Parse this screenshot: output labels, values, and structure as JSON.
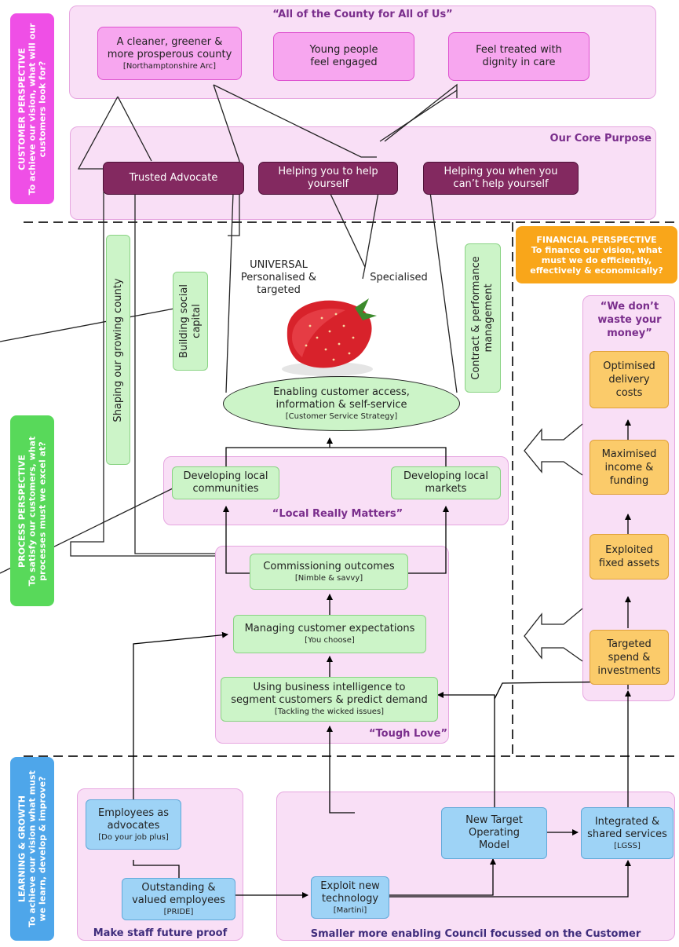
{
  "customer_perspective": {
    "label": "CUSTOMER PERSPECTIVE",
    "sub": "To achieve our vision, what will our customers look for?",
    "color": "#ef4fe6"
  },
  "vision": {
    "title": "“All of the County for All of Us”",
    "goals": [
      {
        "line1": "A cleaner, greener &",
        "line2": "more prosperous county",
        "sub": "[Northamptonshire Arc]"
      },
      {
        "line1": "Young people",
        "line2": "feel engaged"
      },
      {
        "line1": "Feel treated with",
        "line2": "dignity in care"
      }
    ]
  },
  "core_purpose": {
    "title": "Our Core Purpose",
    "items": [
      {
        "line1": "Trusted Advocate"
      },
      {
        "line1": "Helping you to help",
        "line2": "yourself"
      },
      {
        "line1": "Helping you when you",
        "line2": "can’t help yourself"
      }
    ]
  },
  "financial_perspective": {
    "label": "FINANCIAL PERSPECTIVE",
    "sub": "To finance our vision, what must we do efficiently, effectively & economically?",
    "color": "#f9a61a",
    "title": "“We don’t waste your money”",
    "items": [
      {
        "line1": "Optimised",
        "line2": "delivery",
        "line3": "costs"
      },
      {
        "line1": "Maximised",
        "line2": "income &",
        "line3": "funding"
      },
      {
        "line1": "Exploited",
        "line2": "fixed assets"
      },
      {
        "line1": "Targeted",
        "line2": "spend &",
        "line3": "investments"
      }
    ]
  },
  "process_perspective": {
    "label": "PROCESS PERSPECTIVE",
    "sub": "To satisfy our customers, what processes must we excel at?",
    "color": "#58d95a",
    "vertical_labels": {
      "shaping": "Shaping our growing county",
      "social_capital": [
        "Building social",
        "capital"
      ],
      "contract": [
        "Contract & performance",
        "management"
      ]
    },
    "funnel": {
      "universal": [
        "UNIVERSAL",
        "Personalised &",
        "targeted"
      ],
      "specialised": "Specialised",
      "enabling": {
        "line1": "Enabling customer access,",
        "line2": "information & self-service",
        "sub": "[Customer Service Strategy]"
      }
    },
    "local": {
      "title": "“Local Really Matters”",
      "communities": [
        "Developing local",
        "communities"
      ],
      "markets": [
        "Developing local",
        "markets"
      ]
    },
    "tough_love": {
      "title": "“Tough Love”",
      "commissioning": {
        "line1": "Commissioning outcomes",
        "sub": "[Nimble & savvy]"
      },
      "managing": {
        "line1": "Managing customer expectations",
        "sub": "[You choose]"
      },
      "intelligence": {
        "line1": "Using business intelligence to",
        "line2": "segment customers & predict demand",
        "sub": "[Tackling the wicked issues]"
      }
    }
  },
  "learning": {
    "label": "LEARNING & GROWTH",
    "sub": "To achieve our vision what must we learn, develop & improve?",
    "color": "#4ea6ea",
    "staff_title": "Make staff future proof",
    "council_title": "Smaller more enabling Council focussed on the Customer",
    "employees_advocates": {
      "line1": "Employees as",
      "line2": "advocates",
      "sub": "[Do your job plus]"
    },
    "outstanding": {
      "line1": "Outstanding &",
      "line2": "valued employees",
      "sub": "[PRIDE]"
    },
    "technology": {
      "line1": "Exploit new",
      "line2": "technology",
      "sub": "[Martini]"
    },
    "target_model": {
      "line1": "New Target",
      "line2": "Operating",
      "line3": "Model"
    },
    "shared": {
      "line1": "Integrated &",
      "line2": "shared services",
      "sub": "[LGSS]"
    }
  }
}
